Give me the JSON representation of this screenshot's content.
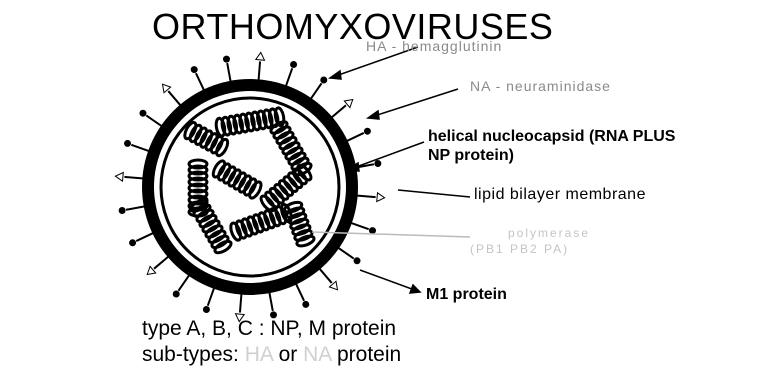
{
  "title": "ORTHOMYXOVIRUSES",
  "labels": {
    "ha": "HA - hemagglutinin",
    "na": "NA - neuraminidase",
    "nucleocapsid_1": "helical nucleocapsid (RNA PLUS",
    "nucleocapsid_2": "NP protein)",
    "lipid": "lipid bilayer membrane",
    "faint_1": "polymerase",
    "faint_2": "(PB1 PB2 PA)",
    "m1": "M1 protein"
  },
  "footer": {
    "line1": "type A, B, C : NP, M protein",
    "line2_prefix": "sub-types:",
    "line2_ha": "HA",
    "line2_or": "or",
    "line2_na": "NA",
    "line2_suffix": "protein"
  },
  "colors": {
    "ink": "#000000",
    "faint": "#8a8a8a",
    "paper": "#ffffff"
  }
}
